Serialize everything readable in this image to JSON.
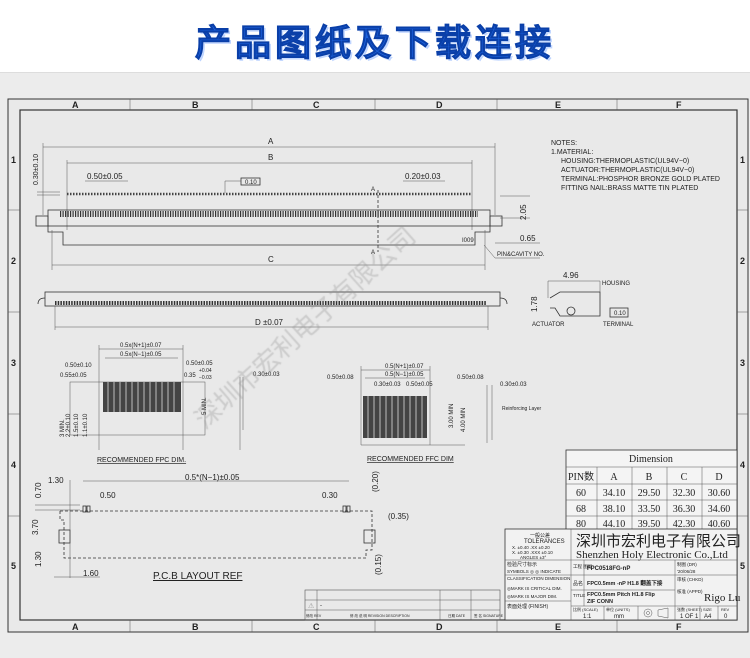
{
  "header": {
    "title": "产品图纸及下载连接"
  },
  "frame": {
    "columns": [
      "A",
      "B",
      "C",
      "D",
      "E",
      "F"
    ],
    "rows": [
      "1",
      "2",
      "3",
      "4",
      "5"
    ]
  },
  "watermark": "深圳市宏利电子有限公司",
  "notes": {
    "title": "NOTES:",
    "lines": [
      "1.MATERIAL:",
      "HOUSING:THERMOPLASTIC(UL94V−0)",
      "ACTUATOR:THERMOPLASTIC(UL94V−0)",
      "TERMINAL:PHOSPHOR  BRONZE  GOLD  PLATED",
      "FITTING  NAIL:BRASS  MATTE  TIN  PLATED"
    ]
  },
  "top_view": {
    "dim_a": "A",
    "dim_b": "B",
    "dim_c": "C",
    "pitch": "0.50±0.05",
    "pin_width": "0.20±0.03",
    "flatness": "0.10",
    "offset": "0.30±0.10",
    "height": "2.05",
    "nail": "0.65",
    "section_mark": "A",
    "pin_cavity": "PIN&CAVITY  NO.",
    "pin_label": "I009"
  },
  "side_view": {
    "dim_d": "D ±0.07"
  },
  "section_view": {
    "width": "4.96",
    "height": "1.78",
    "housing": "HOUSING",
    "actuator": "ACTUATOR",
    "terminal": "TERMINAL",
    "flatness": "0.10"
  },
  "fpc": {
    "caption": "RECOMMENDED  FPC  DIM.",
    "dims": [
      "0.5x(N+1)±0.07",
      "0.5x(N−1)±0.05",
      "0.50±0.10",
      "0.55±0.05",
      "0.50±0.05",
      "0.35",
      "3 MIN.",
      "2.2±0.10",
      "1.5±0.10",
      "1.1±0.10",
      "5 MIN.",
      "0.30±0.03"
    ],
    "tol_plus": "+0.04",
    "tol_minus": "−0.03"
  },
  "ffc": {
    "caption": "RECOMMENDED  FFC  DIM",
    "dims": [
      "0.5(N+1)±0.07",
      "0.5(N−1)±0.05",
      "0.50±0.08",
      "0.50±0.08",
      "0.30±0.03",
      "0.50±0.05",
      "3.00 MIN",
      "4.00 MIN",
      "0.30±0.03"
    ],
    "reinforcing": "Reinforcing  Layer"
  },
  "pcb": {
    "caption": "P.C.B  LAYOUT  REF",
    "dims": [
      "1.30",
      "0.5*(N−1)±0.05",
      "0.70",
      "0.50",
      "0.30",
      "(0.20)",
      "(0.35)",
      "3.70",
      "1.30",
      "1.60",
      "(0.15)"
    ]
  },
  "dimension_table": {
    "title": "Dimension",
    "headers": [
      "PIN数",
      "A",
      "B",
      "C",
      "D"
    ],
    "rows": [
      [
        "60",
        "34.10",
        "29.50",
        "32.30",
        "30.60"
      ],
      [
        "68",
        "38.10",
        "33.50",
        "36.30",
        "34.60"
      ],
      [
        "80",
        "44.10",
        "39.50",
        "42.30",
        "40.60"
      ]
    ]
  },
  "title_block": {
    "tolerances_title": "一般公差",
    "tolerances_en": "TOLERANCES",
    "tol_lines": [
      "X. ±0.40   .XX ±0.20",
      "X. ±0.30  .XXX ±0.10",
      "ANGLES   ±3°"
    ],
    "inspect": "检验尺寸标示",
    "symbols": "SYMBOLS ◎ ◎ INDICATE",
    "classification": "CLASSIFICATION  DIMENSION",
    "critical": "◎MARK IS CRITICAL DIM.",
    "major": "◎MARK IS MAJOR DIM.",
    "finish": "表面处理 (FINISH)",
    "company_cn": "深圳市宏利电子有限公司",
    "company_en": "Shenzhen Holy Electronic Co.,Ltd",
    "part_no_label": "工程 图号",
    "part_no": "FPC0518FG-nP",
    "name_label": "品名",
    "name": "FPC0.5mm -nP H1.8 翻盖下接",
    "title_label": "TITLE",
    "title_line1": "FPC0.5mm  Pitch  H1.8  Flip",
    "title_line2": "ZIF CONN",
    "dr_label": "制图 (DR)",
    "date": "'20/06/28",
    "chkd_label": "审核 (CHKD)",
    "appd_label": "核准 (APPD)",
    "approver": "Rigo Lu",
    "scale_label": "比例 (SCALE)",
    "scale": "1:1",
    "units_label": "单位 (UNITS)",
    "units": "mm",
    "sheet_label": "张数 (SHEET)",
    "sheet": "1  OF  1",
    "size_label": "SIZE",
    "size": "A4",
    "rev_label": "REV",
    "rev": "0"
  },
  "revision_block": {
    "row": "-",
    "headers": [
      "修改 REV",
      "修 改 说 明 REVISION DESCRIPTION",
      "日期 DATE",
      "签 名 SIGNATURE"
    ]
  }
}
